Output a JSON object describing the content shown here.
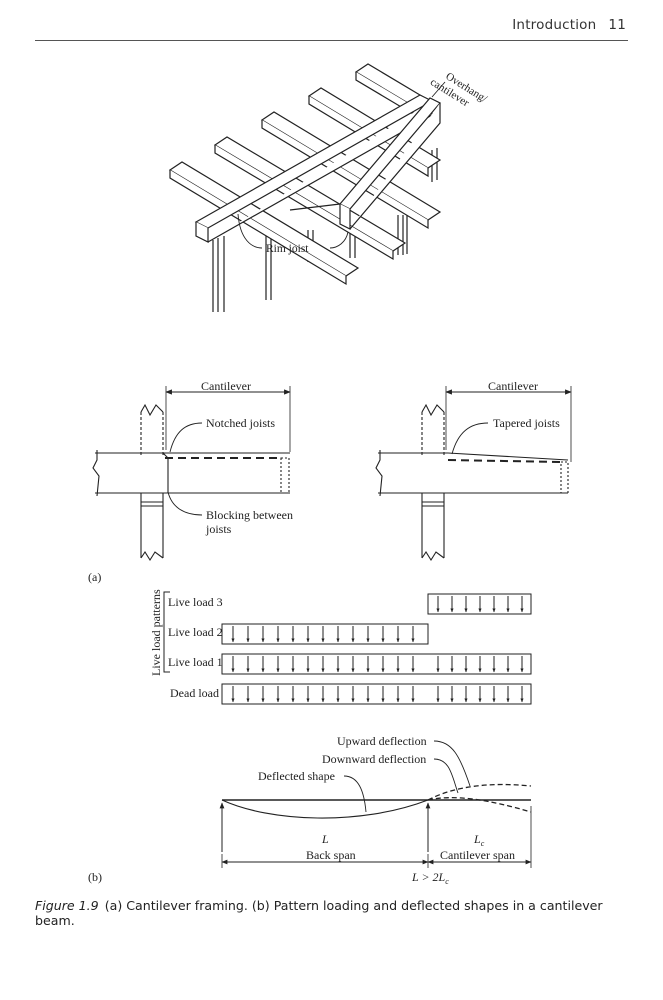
{
  "header": {
    "section": "Introduction",
    "page_number": "11"
  },
  "figure_a": {
    "overhang_label": [
      "Overhang/",
      "cantilever"
    ],
    "rim_joist_label": "Rim joist",
    "cantilever_label": "Cantilever",
    "notched_joists_label": "Notched joists",
    "tapered_joists_label": "Tapered joists",
    "blocking_label": [
      "Blocking between",
      "joists"
    ],
    "panel_label": "(a)"
  },
  "figure_b": {
    "patterns_label": "Live load patterns",
    "loads": [
      "Live load 3",
      "Live load 2",
      "Live load 1",
      "Dead load"
    ],
    "upward_deflection": "Upward deflection",
    "downward_deflection": "Downward deflection",
    "deflected_shape": "Deflected shape",
    "back_span_symbol": "L",
    "back_span_label": "Back span",
    "cantilever_symbol": "L",
    "cantilever_sub": "c",
    "cantilever_span_label": "Cantilever span",
    "relation": "L > 2L",
    "relation_sub": "c",
    "panel_label": "(b)"
  },
  "caption": {
    "figure_number": "Figure 1.9",
    "text": "(a) Cantilever framing. (b) Pattern loading and deflected shapes in a cantilever beam."
  }
}
